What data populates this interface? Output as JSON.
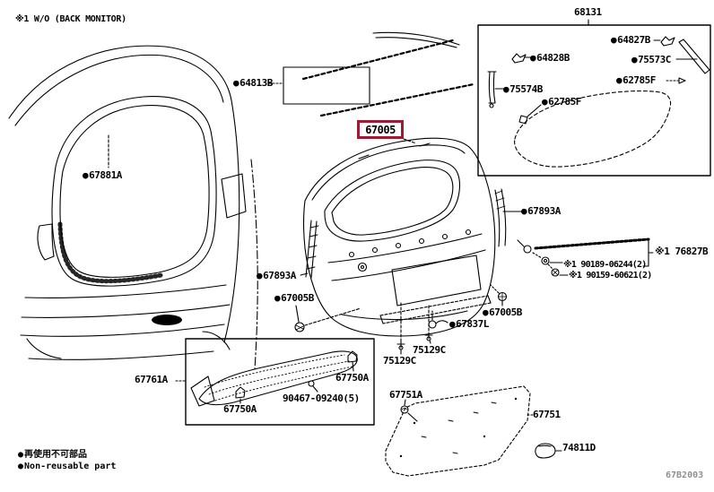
{
  "title_note": "※1 W/O (BACK MONITOR)",
  "diagram_code": "67B2003",
  "assembly_box": {
    "label": "68131"
  },
  "highlighted_part": {
    "label": "67005"
  },
  "legend": {
    "bullet": "●",
    "jp": "再使用不可部品",
    "en": "Non-reusable part"
  },
  "colors": {
    "highlight_box": "#9e1b32",
    "diagram_code_gray": "#8f8f8f",
    "line_art": "#000000"
  },
  "parts": {
    "p64813B": "64813B",
    "p67881A": "67881A",
    "p64827B": "64827B",
    "p64828B": "64828B",
    "p75573C": "75573C",
    "p75574B": "75574B",
    "p62785F_a": "62785F",
    "p62785F_b": "62785F",
    "p67893A_left": "67893A",
    "p67893A_right": "67893A",
    "p76827B": "※1 76827B",
    "p90189": "※1 90189-06244(2)",
    "p90159": "※1 90159-60621(2)",
    "p67005B_left": "67005B",
    "p67005B_right": "67005B",
    "p67837L": "67837L",
    "p75129C_a": "75129C",
    "p75129C_b": "75129C",
    "p67761A": "67761A",
    "p67750A_left": "67750A",
    "p67750A_right": "67750A",
    "p90467": "90467-09240(5)",
    "p67751A": "67751A",
    "p67751": "67751",
    "p74811D": "74811D"
  }
}
